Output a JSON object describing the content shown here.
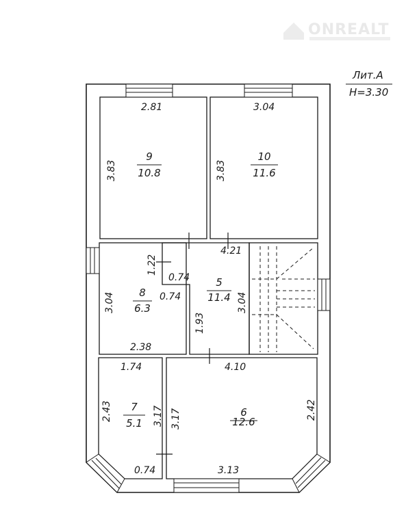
{
  "watermark": {
    "brand": "ONREALT"
  },
  "header": {
    "liter": "Лит.А",
    "height": "H=3.30"
  },
  "rooms": [
    {
      "id": "9",
      "area": "10.8"
    },
    {
      "id": "10",
      "area": "11.6"
    },
    {
      "id": "8",
      "area": "6.3"
    },
    {
      "id": "5",
      "area": "11.4"
    },
    {
      "id": "7",
      "area": "5.1"
    },
    {
      "id": "6",
      "area": "12.6"
    }
  ],
  "dimensions": {
    "r9_top": "2.81",
    "r9_left": "3.83",
    "r10_top": "3.04",
    "r10_left": "3.83",
    "r5_top": "4.21",
    "r5_niche_v": "1.22",
    "r5_niche_h1": "0.74",
    "r5_niche_h2": "0.74",
    "r5_left": "1.93",
    "r5_right": "3.04",
    "r8_left": "3.04",
    "r8_bottom": "2.38",
    "r7_top": "1.74",
    "r7_left": "2.43",
    "r7_right": "3.17",
    "r7_bottom": "0.74",
    "r6_top": "4.10",
    "r6_left": "3.17",
    "r6_right": "2.42",
    "r6_bottom": "3.13"
  }
}
